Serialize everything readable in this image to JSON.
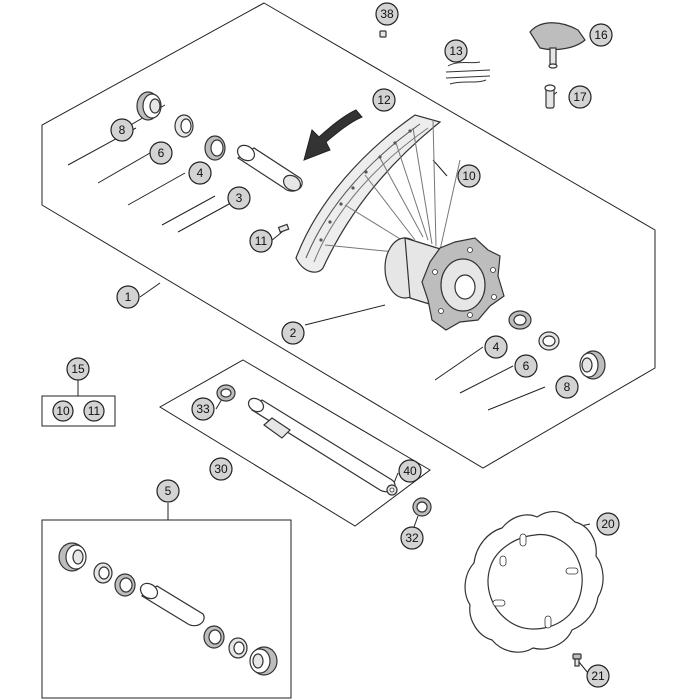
{
  "callouts": {
    "c38": "38",
    "c16": "16",
    "c13": "13",
    "c17": "17",
    "c12": "12",
    "c8a": "8",
    "c6a": "6",
    "c4a": "4",
    "c3": "3",
    "c10a": "10",
    "c11a": "11",
    "c1": "1",
    "c2": "2",
    "c4b": "4",
    "c6b": "6",
    "c8b": "8",
    "c15": "15",
    "c10b": "10",
    "c11b": "11",
    "c33": "33",
    "c30": "30",
    "c40": "40",
    "c32": "32",
    "c5": "5",
    "c20": "20",
    "c21": "21"
  }
}
